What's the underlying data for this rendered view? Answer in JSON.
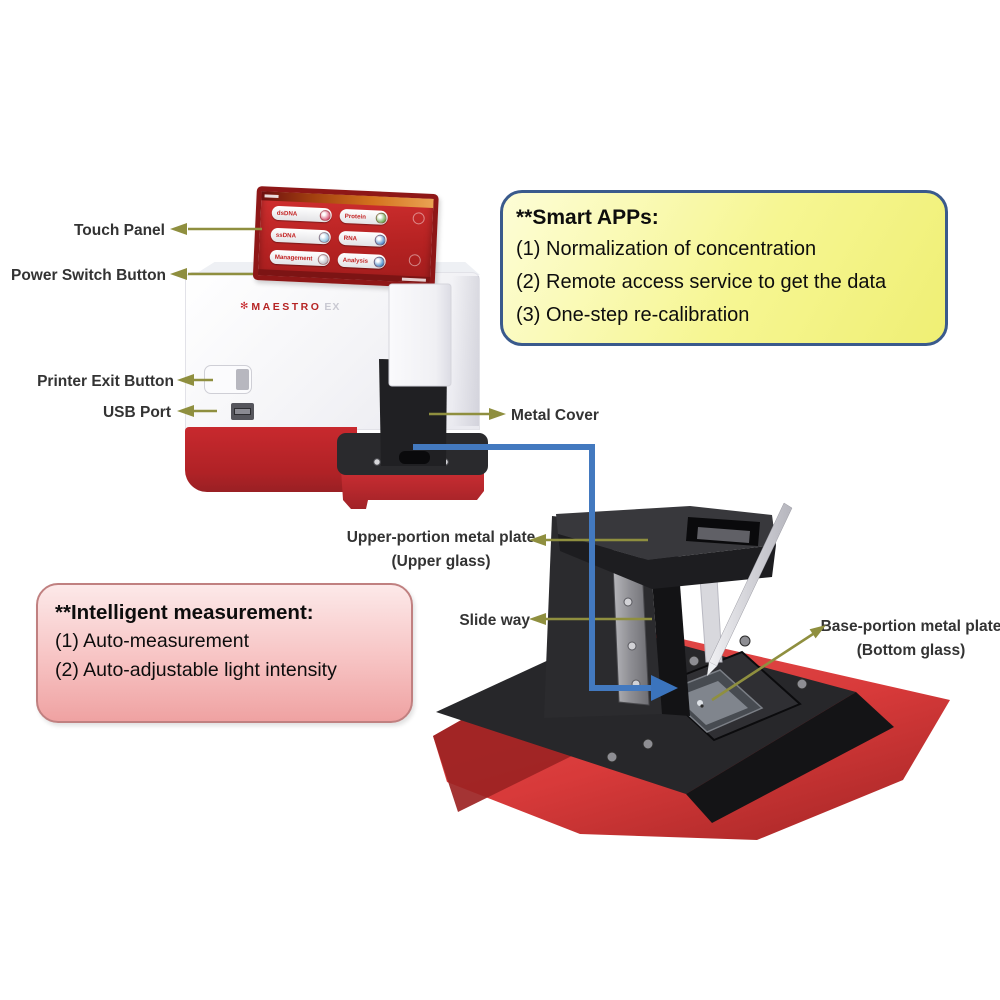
{
  "device": {
    "logo_text": "MAESTRO",
    "logo_suffix": "EX",
    "screen": {
      "buttons": [
        {
          "label": "dsDNA",
          "icon_color": "#d65677"
        },
        {
          "label": "Protein",
          "icon_color": "#69a84f"
        },
        {
          "label": "ssDNA",
          "icon_color": "#86bede"
        },
        {
          "label": "RNA",
          "icon_color": "#4a86c8"
        },
        {
          "label": "Management",
          "icon_color": "#b9b9c0"
        },
        {
          "label": "Analysis",
          "icon_color": "#3d85c6"
        }
      ]
    }
  },
  "labels": {
    "touch_panel": "Touch Panel",
    "power_switch": "Power Switch Button",
    "printer_exit": "Printer Exit Button",
    "usb_port": "USB Port",
    "metal_cover": "Metal Cover",
    "upper_plate_line1": "Upper-portion metal plate",
    "upper_plate_line2": "(Upper glass)",
    "slide_way": "Slide way",
    "base_plate_line1": "Base-portion metal plate",
    "base_plate_line2": "(Bottom glass)"
  },
  "callouts": {
    "smart_apps": {
      "title": "**Smart APPs:",
      "items": [
        "(1) Normalization of concentration",
        "(2) Remote access service to get the data",
        "(3) One-step re-calibration"
      ]
    },
    "intelligent": {
      "title": "**Intelligent measurement:",
      "items": [
        "(1) Auto-measurement",
        "(2) Auto-adjustable light intensity"
      ]
    }
  },
  "colors": {
    "arrow_olive": "#8f8f3f",
    "connector_blue": "#4379bf",
    "device_red": "#c5272c",
    "smart_apps_border": "#3a5a8c",
    "smart_apps_fill": "#f6f692",
    "intelligent_border": "#c08080",
    "intelligent_fill": "#f7c3c3",
    "metal_gray": "#9b9b9b"
  }
}
